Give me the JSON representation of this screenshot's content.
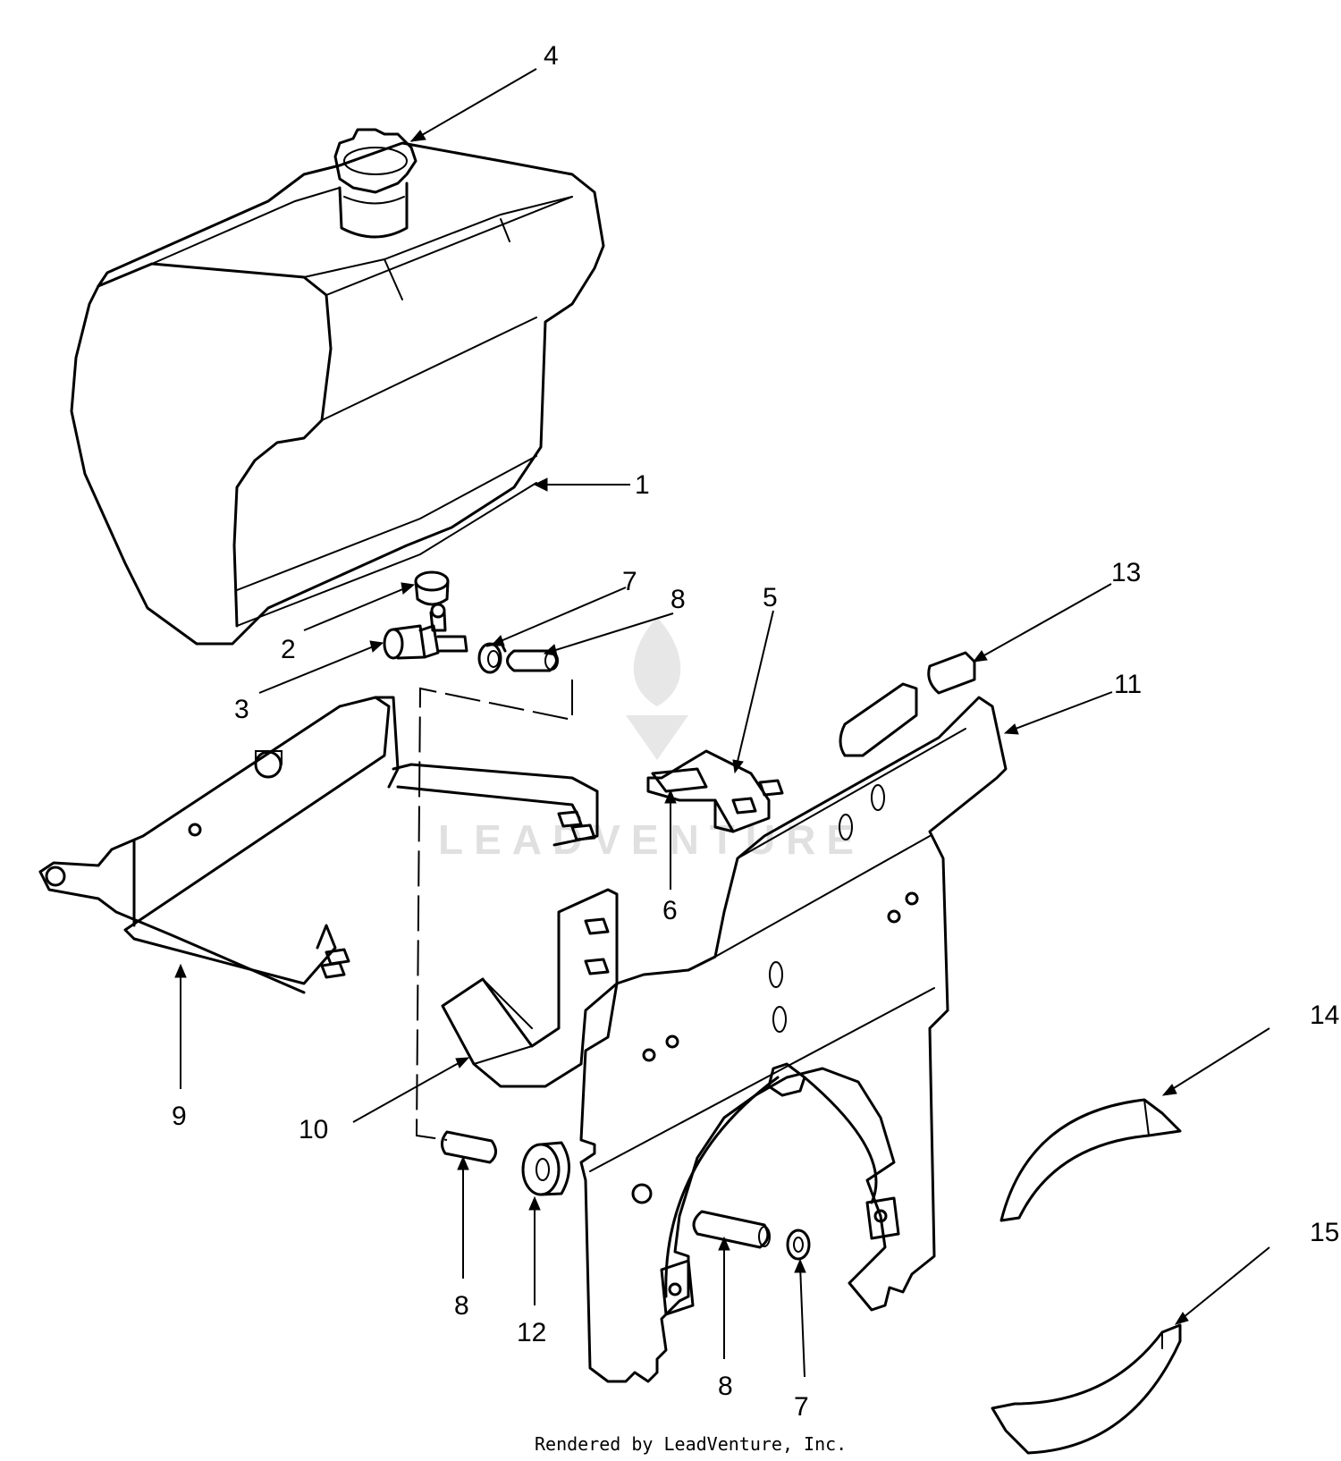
{
  "diagram": {
    "callouts": [
      {
        "id": "c4",
        "label": "4"
      },
      {
        "id": "c1",
        "label": "1"
      },
      {
        "id": "c2",
        "label": "2"
      },
      {
        "id": "c3",
        "label": "3"
      },
      {
        "id": "c7a",
        "label": "7"
      },
      {
        "id": "c8a",
        "label": "8"
      },
      {
        "id": "c5",
        "label": "5"
      },
      {
        "id": "c13",
        "label": "13"
      },
      {
        "id": "c11",
        "label": "11"
      },
      {
        "id": "c6",
        "label": "6"
      },
      {
        "id": "c9",
        "label": "9"
      },
      {
        "id": "c10",
        "label": "10"
      },
      {
        "id": "c14",
        "label": "14"
      },
      {
        "id": "c15",
        "label": "15"
      },
      {
        "id": "c8b",
        "label": "8"
      },
      {
        "id": "c12",
        "label": "12"
      },
      {
        "id": "c8c",
        "label": "8"
      },
      {
        "id": "c7b",
        "label": "7"
      }
    ],
    "watermark": "LEADVENTURE",
    "footer": "Rendered by LeadVenture, Inc."
  }
}
